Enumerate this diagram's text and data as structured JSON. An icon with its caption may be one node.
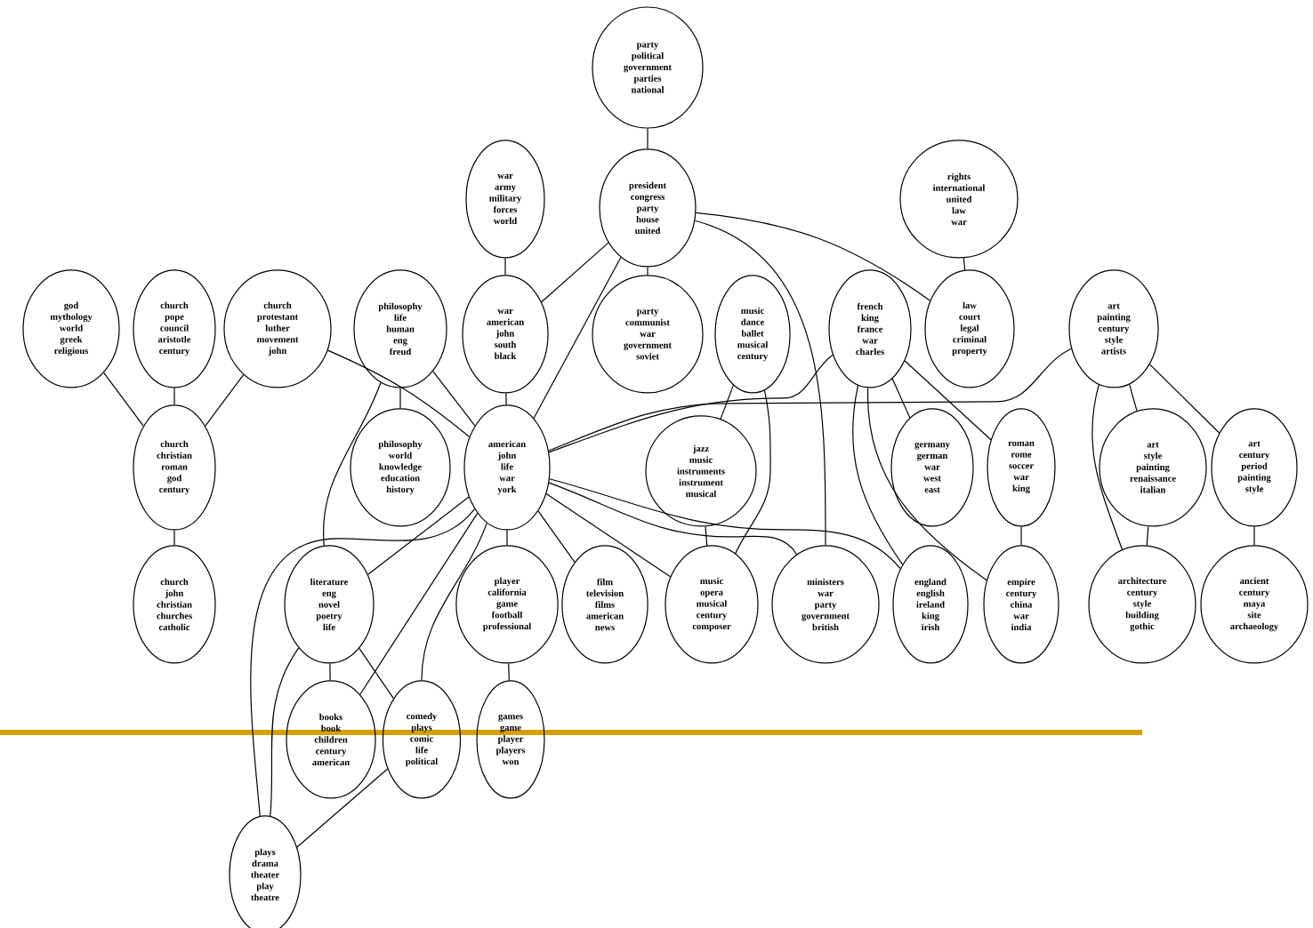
{
  "diagram": {
    "nodes": [
      {
        "text": [
          "party political government parties national"
        ]
      },
      {
        "text": [
          "war army military forces world"
        ]
      },
      {
        "text": [
          "president congress party house united"
        ]
      },
      {
        "text": [
          "rights international united law war"
        ]
      },
      {
        "text": [
          "god mythology world greek religious"
        ]
      },
      {
        "text": [
          "church pope council aristotle century"
        ]
      },
      {
        "text": [
          "church protestant luther movement john"
        ]
      },
      {
        "text": [
          "philosophy life human eng freud"
        ]
      },
      {
        "text": [
          "war american john south black"
        ]
      },
      {
        "text": [
          "party communist war government soviet"
        ]
      },
      {
        "text": [
          "music dance ballet musical century"
        ]
      },
      {
        "text": [
          "french king france war charles"
        ]
      },
      {
        "text": [
          "law court legal criminal property"
        ]
      },
      {
        "text": [
          "art painting century style artists"
        ]
      },
      {
        "text": [
          "church christian roman god century"
        ]
      },
      {
        "text": [
          "philosophy world knowledge education history"
        ]
      },
      {
        "text": [
          "american john life war york"
        ]
      },
      {
        "text": [
          "jazz music instruments instrument musical"
        ]
      },
      {
        "text": [
          "germany german war west east"
        ]
      },
      {
        "text": [
          "roman rome soccer war king"
        ]
      },
      {
        "text": [
          "art style painting renaissance italian"
        ]
      },
      {
        "text": [
          "art century period painting style"
        ]
      },
      {
        "text": [
          "church john christian churches catholic"
        ]
      },
      {
        "text": [
          "literature eng novel poetry life"
        ]
      },
      {
        "text": [
          "player california game football professional"
        ]
      },
      {
        "text": [
          "film television films american news"
        ]
      },
      {
        "text": [
          "music opera musical century composer"
        ]
      },
      {
        "text": [
          "ministers war party government british"
        ]
      },
      {
        "text": [
          "england english ireland king irish"
        ]
      },
      {
        "text": [
          "empire century china war india"
        ]
      },
      {
        "text": [
          "architecture century style building gothic"
        ]
      },
      {
        "text": [
          "ancient century maya site archaeology"
        ]
      },
      {
        "text": [
          "books book children century american"
        ]
      },
      {
        "text": [
          "comedy plays comic life political"
        ]
      },
      {
        "text": [
          "games game player players won"
        ]
      },
      {
        "text": [
          "plays drama theater play theatre"
        ]
      }
    ],
    "edges": [
      {
        "from": 0,
        "to": 2,
        "arrow": "none"
      },
      {
        "from": 1,
        "to": 8,
        "arrow": "none"
      },
      {
        "from": 2,
        "to": 8,
        "arrow": "none"
      },
      {
        "from": 2,
        "to": 16,
        "arrow": "none"
      },
      {
        "from": 2,
        "to": 9,
        "arrow": "none"
      },
      {
        "from": 2,
        "to": 27,
        "arrow": "none"
      },
      {
        "from": 2,
        "to": 12,
        "arrow": "none"
      },
      {
        "from": 3,
        "to": 12,
        "arrow": "none"
      },
      {
        "from": 4,
        "to": 14,
        "arrow": "none"
      },
      {
        "from": 5,
        "to": 14,
        "arrow": "none"
      },
      {
        "from": 6,
        "to": 14,
        "arrow": "none"
      },
      {
        "from": 6,
        "to": 16,
        "arrow": "none"
      },
      {
        "from": 7,
        "to": 15,
        "arrow": "none"
      },
      {
        "from": 7,
        "to": 16,
        "arrow": "none"
      },
      {
        "from": 7,
        "to": 23,
        "arrow": "none"
      },
      {
        "from": 8,
        "to": 16,
        "arrow": "none"
      },
      {
        "from": 10,
        "to": 17,
        "arrow": "none"
      },
      {
        "from": 10,
        "to": 26,
        "arrow": "none"
      },
      {
        "from": 11,
        "to": 16,
        "arrow": "none"
      },
      {
        "from": 16,
        "to": 13,
        "arrow": "none"
      },
      {
        "from": 11,
        "to": 18,
        "arrow": "none"
      },
      {
        "from": 11,
        "to": 19,
        "arrow": "none"
      },
      {
        "from": 11,
        "to": 28,
        "arrow": "none"
      },
      {
        "from": 11,
        "to": 29,
        "arrow": "none"
      },
      {
        "from": 13,
        "to": 20,
        "arrow": "none"
      },
      {
        "from": 13,
        "to": 21,
        "arrow": "none"
      },
      {
        "from": 13,
        "to": 30,
        "arrow": "none"
      },
      {
        "from": 20,
        "to": 30,
        "arrow": "none"
      },
      {
        "from": 21,
        "to": 31,
        "arrow": "none"
      },
      {
        "from": 19,
        "to": 29,
        "arrow": "none"
      },
      {
        "from": 14,
        "to": 22,
        "arrow": "none"
      },
      {
        "from": 16,
        "to": 23,
        "arrow": "none"
      },
      {
        "from": 16,
        "to": 24,
        "arrow": "none"
      },
      {
        "from": 16,
        "to": 25,
        "arrow": "none"
      },
      {
        "from": 16,
        "to": 26,
        "arrow": "none"
      },
      {
        "from": 16,
        "to": 27,
        "arrow": "none"
      },
      {
        "from": 16,
        "to": 28,
        "arrow": "none"
      },
      {
        "from": 16,
        "to": 32,
        "arrow": "none"
      },
      {
        "from": 16,
        "to": 33,
        "arrow": "none"
      },
      {
        "from": 16,
        "to": 35,
        "arrow": "none"
      },
      {
        "from": 17,
        "to": 26,
        "arrow": "none"
      },
      {
        "from": 23,
        "to": 32,
        "arrow": "none"
      },
      {
        "from": 23,
        "to": 33,
        "arrow": "none"
      },
      {
        "from": 23,
        "to": 35,
        "arrow": "none"
      },
      {
        "from": 33,
        "to": 35,
        "arrow": "none"
      },
      {
        "from": 24,
        "to": 34,
        "arrow": "none"
      }
    ]
  }
}
